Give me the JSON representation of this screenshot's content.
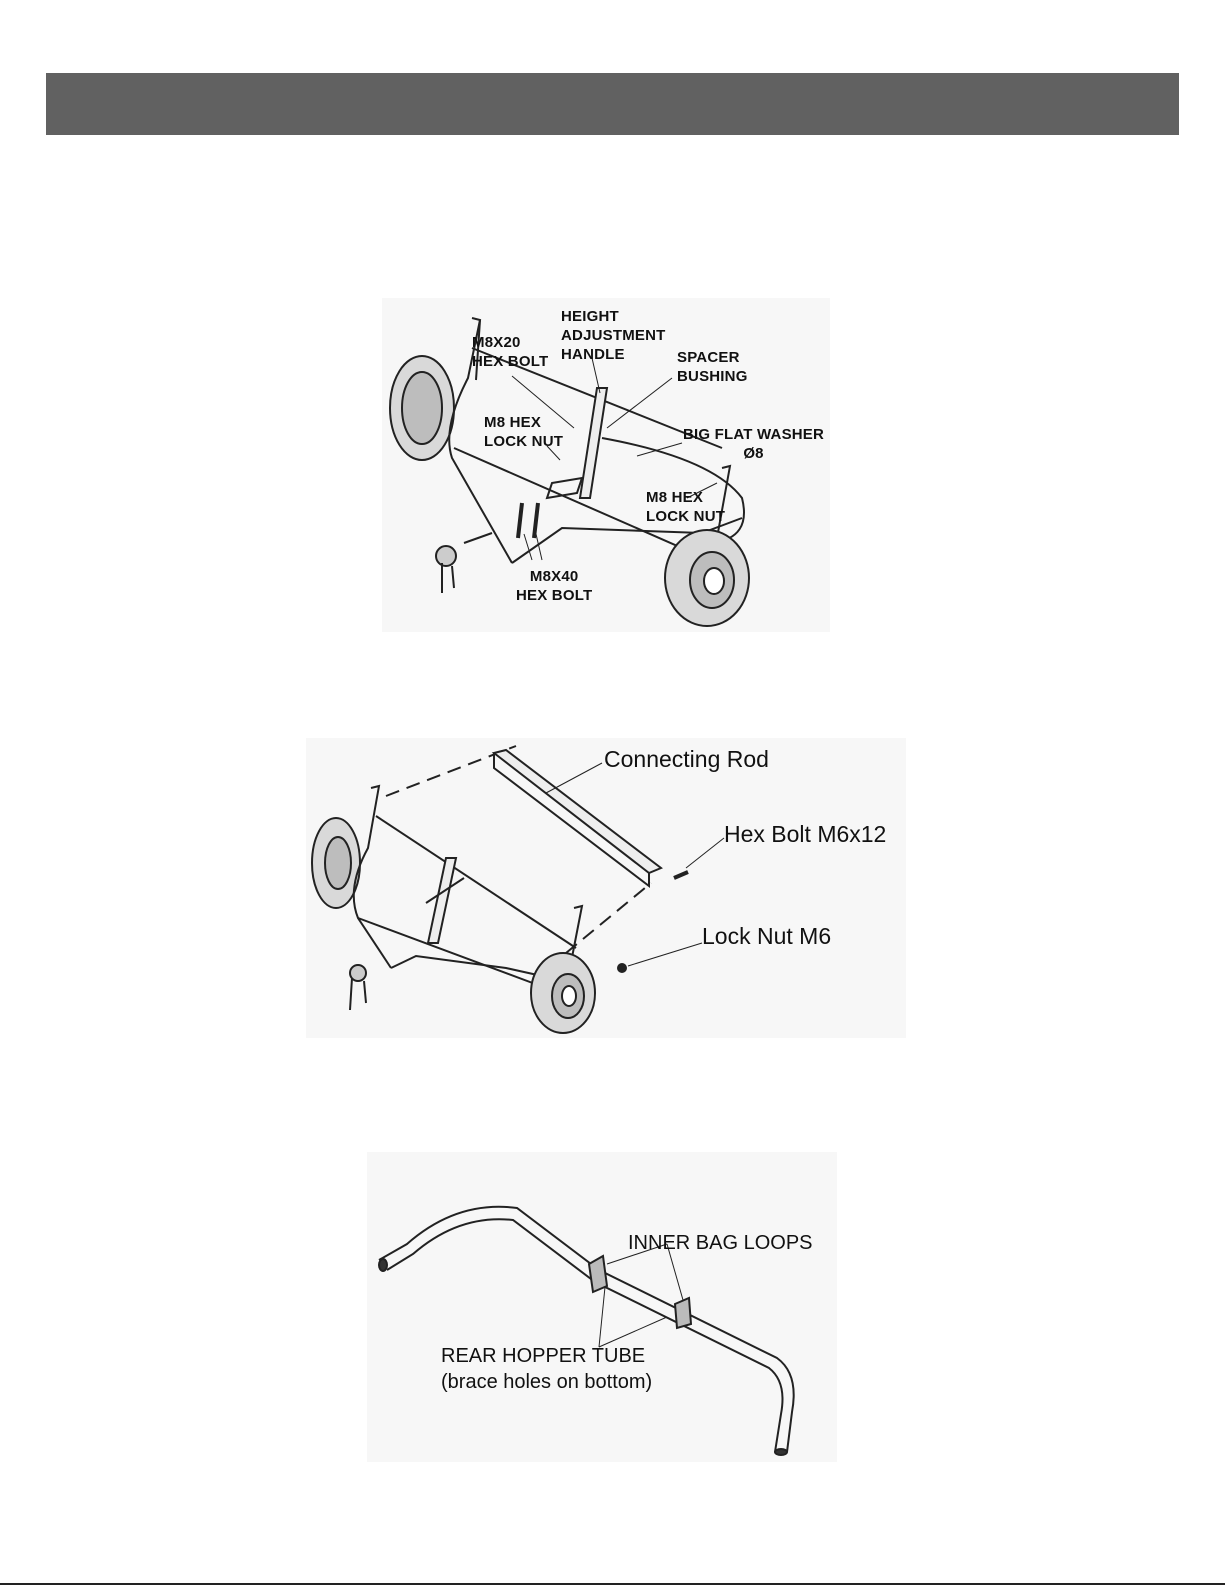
{
  "header": {
    "color": "#616161"
  },
  "figure1": {
    "labels": {
      "m8x20_hex_bolt": "M8X20\nHEX BOLT",
      "height_adjustment_handle": "HEIGHT\nADJUSTMENT\nHANDLE",
      "spacer_bushing": "SPACER\nBUSHING",
      "m8_hex_lock_nut_left": "M8 HEX\nLOCK NUT",
      "big_flat_washer": "BIG FLAT WASHER\nØ8",
      "m8_hex_lock_nut_right": "M8 HEX\nLOCK NUT",
      "m8x40_hex_bolt": "M8X40\nHEX BOLT"
    }
  },
  "figure2": {
    "labels": {
      "connecting_rod": "Connecting Rod",
      "hex_bolt": "Hex Bolt M6x12",
      "lock_nut": "Lock Nut M6"
    }
  },
  "figure3": {
    "labels": {
      "inner_bag_loops": "INNER BAG LOOPS",
      "rear_hopper_tube": "REAR HOPPER TUBE",
      "brace_holes": "(brace holes on bottom)"
    }
  }
}
